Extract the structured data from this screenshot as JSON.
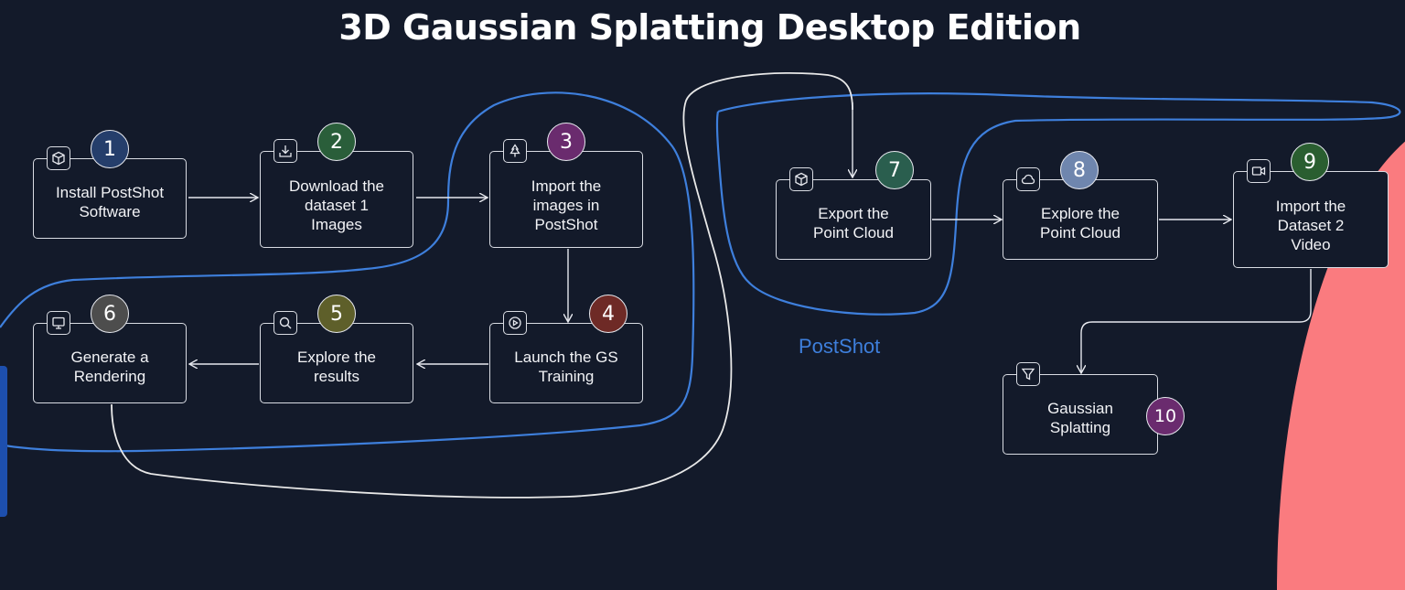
{
  "title": "3D Gaussian Splatting Desktop Edition",
  "group_label": "PostShot",
  "colors": {
    "background": "#131a2a",
    "node_border": "#d9dce3",
    "group_outline": "#3e7fdc",
    "hand_outline": "#e8e8e8",
    "accent_coral": "#fa7b7f"
  },
  "nodes": [
    {
      "id": "n1",
      "num": "1",
      "label": "Install PostShot\nSoftware",
      "icon": "cube-icon",
      "badge_color": "#253e6b"
    },
    {
      "id": "n2",
      "num": "2",
      "label": "Download the\ndataset 1\nImages",
      "icon": "download-icon",
      "badge_color": "#2a5e3a"
    },
    {
      "id": "n3",
      "num": "3",
      "label": "Import the\nimages in\nPostShot",
      "icon": "tree-icon",
      "badge_color": "#6a2b6e"
    },
    {
      "id": "n4",
      "num": "4",
      "label": "Launch the GS\nTraining",
      "icon": "play-circle-icon",
      "badge_color": "#6e2a26"
    },
    {
      "id": "n5",
      "num": "5",
      "label": "Explore the\nresults",
      "icon": "search-icon",
      "badge_color": "#5e5f2a"
    },
    {
      "id": "n6",
      "num": "6",
      "label": "Generate a\nRendering",
      "icon": "monitor-icon",
      "badge_color": "#4d4d4d"
    },
    {
      "id": "n7",
      "num": "7",
      "label": "Export the\nPoint Cloud",
      "icon": "cube-icon",
      "badge_color": "#2a5e4e"
    },
    {
      "id": "n8",
      "num": "8",
      "label": "Explore the\nPoint Cloud",
      "icon": "cloud-icon",
      "badge_color": "#6f86ae"
    },
    {
      "id": "n9",
      "num": "9",
      "label": "Import the\nDataset 2\nVideo",
      "icon": "video-icon",
      "badge_color": "#2a5e30"
    },
    {
      "id": "n10",
      "num": "10",
      "label": "Gaussian\nSplatting",
      "icon": "filter-icon",
      "badge_color": "#6a2b6e"
    }
  ]
}
